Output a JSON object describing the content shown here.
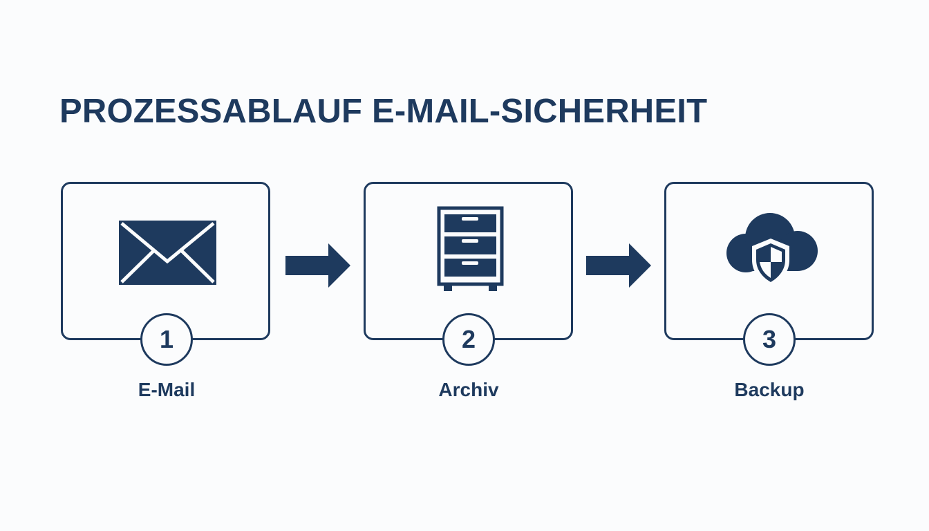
{
  "title": "PROZESSABLAUF E-MAIL-SICHERHEIT",
  "colors": {
    "primary": "#1e3a5e",
    "background": "#fbfcfd"
  },
  "steps": [
    {
      "number": "1",
      "label": "E-Mail",
      "icon": "envelope-icon"
    },
    {
      "number": "2",
      "label": "Archiv",
      "icon": "filing-cabinet-icon"
    },
    {
      "number": "3",
      "label": "Backup",
      "icon": "cloud-shield-icon"
    }
  ],
  "connectors": [
    "arrow-right-icon",
    "arrow-right-icon"
  ]
}
